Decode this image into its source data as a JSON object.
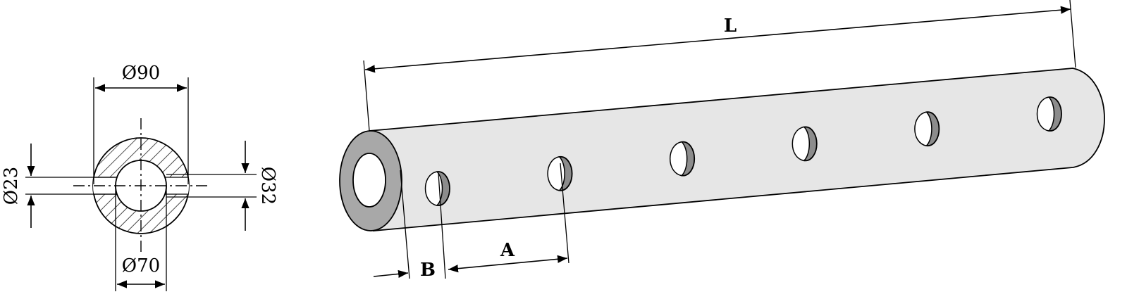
{
  "cross_section": {
    "outer_diameter": "Ø90",
    "inner_diameter": "Ø70",
    "hole_diameter_left": "Ø23",
    "hole_diameter_right": "Ø32"
  },
  "tube": {
    "length_label": "L",
    "hole_spacing_label": "A",
    "edge_offset_label": "B",
    "hole_count": 6
  },
  "colors": {
    "line": "#000000",
    "tube_body": "#e6e6e6",
    "end_face": "#a8a8a8",
    "hole_shade": "#8c8c8c",
    "background": "#ffffff"
  }
}
